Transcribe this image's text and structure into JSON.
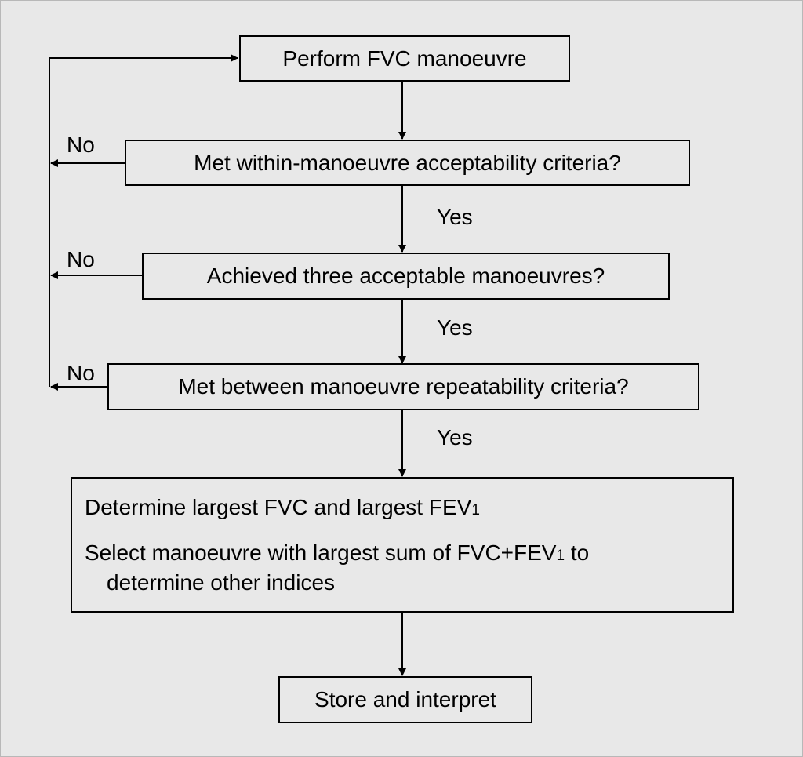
{
  "flowchart": {
    "nodes": {
      "perform": "Perform FVC manoeuvre",
      "within_criteria": "Met within-manoeuvre acceptability criteria?",
      "three_acceptable": "Achieved three acceptable manoeuvres?",
      "repeatability": "Met between manoeuvre repeatability criteria?",
      "determine": {
        "line1_text": "Determine largest FVC and largest FEV",
        "line1_sub": "1",
        "line2_text": "Select manoeuvre with largest sum of FVC+FEV",
        "line2_sub": "1",
        "line2_after": " to",
        "line3_text": "determine other indices"
      },
      "store": "Store and interpret"
    },
    "edge_labels": {
      "yes": "Yes",
      "no": "No"
    },
    "colors": {
      "background": "#e8e8e8",
      "line": "#000000"
    }
  }
}
